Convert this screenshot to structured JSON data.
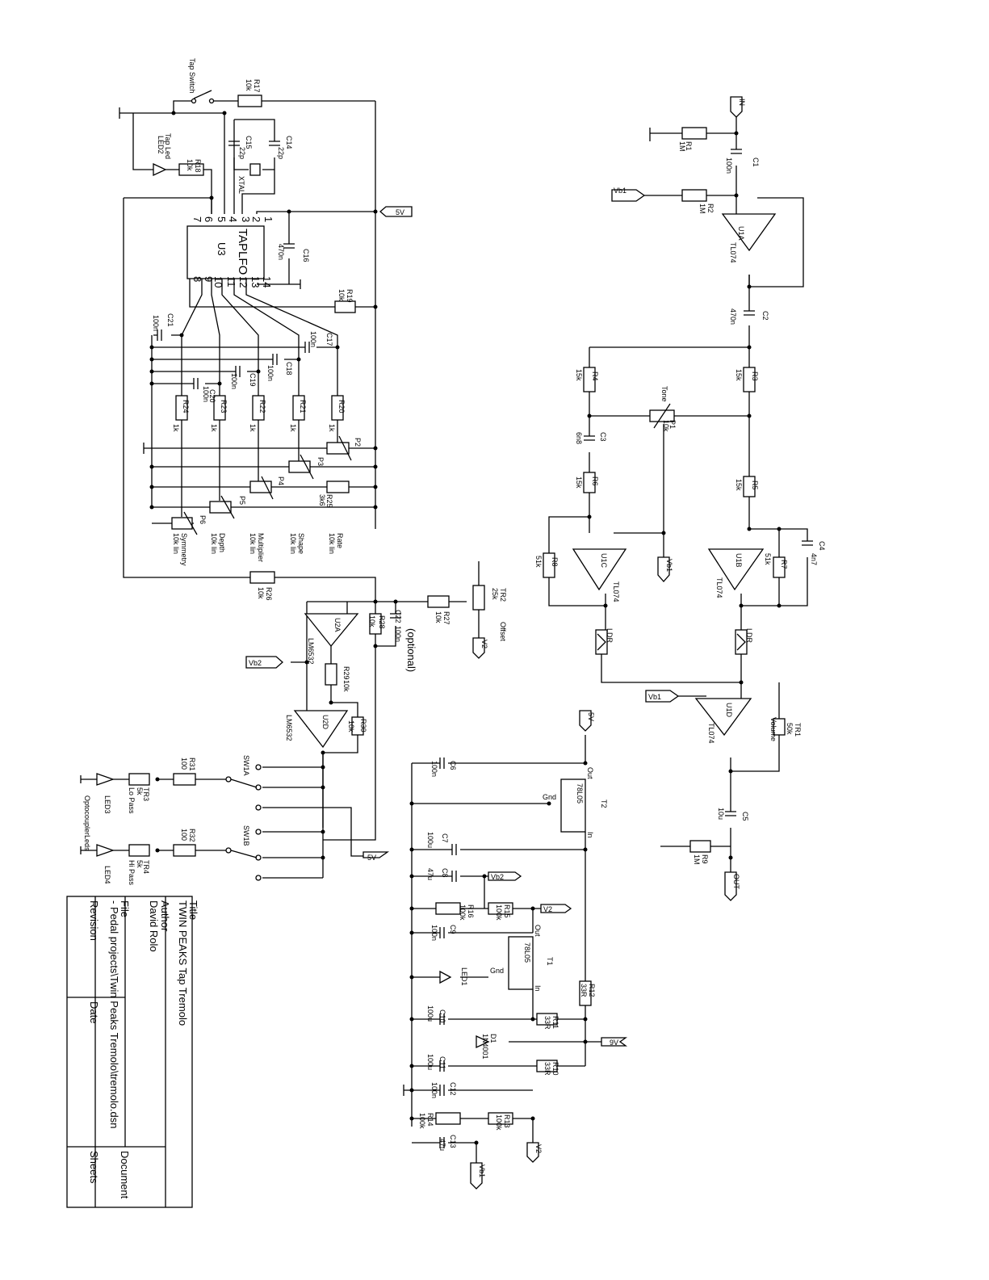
{
  "title_block": {
    "title_label": "Title",
    "title": "TWIN PEAKS Tap Tremolo",
    "author_label": "Author",
    "author": "David Rolo",
    "file_label": "File",
    "file": "- Pedal projects\\Twin Peaks Tremolo\\tremolo.dsn",
    "revision_label": "Revision",
    "date_label": "Date",
    "document_label": "Document",
    "sheets_label": "Sheets"
  },
  "ic": {
    "ref": "U3",
    "name": "TAPLFO",
    "pins": [
      "1",
      "2",
      "3",
      "4",
      "5",
      "6",
      "7",
      "8",
      "9",
      "10",
      "11",
      "12",
      "13",
      "14"
    ]
  },
  "ports": {
    "in": "IN",
    "out": "OUT",
    "vb1": "Vb1",
    "vb2": "Vb2",
    "v2": "V2",
    "v5": "5V",
    "v9": "9V"
  },
  "components": [
    {
      "ref": "R17",
      "val": "10k"
    },
    {
      "ref": "R18",
      "val": "10k"
    },
    {
      "ref": "R19",
      "val": "10k"
    },
    {
      "ref": "R20",
      "val": "1k"
    },
    {
      "ref": "R21",
      "val": "1k"
    },
    {
      "ref": "R22",
      "val": "1k"
    },
    {
      "ref": "R23",
      "val": "1k"
    },
    {
      "ref": "R24",
      "val": "1k"
    },
    {
      "ref": "R25",
      "val": "3k6"
    },
    {
      "ref": "R26",
      "val": "10k"
    },
    {
      "ref": "R27",
      "val": "10k"
    },
    {
      "ref": "R28",
      "val": "10k"
    },
    {
      "ref": "R29",
      "val": "10k"
    },
    {
      "ref": "R30",
      "val": "10k"
    },
    {
      "ref": "R31",
      "val": "100"
    },
    {
      "ref": "R32",
      "val": "100"
    },
    {
      "ref": "C14",
      "val": "22p"
    },
    {
      "ref": "C15",
      "val": "22p"
    },
    {
      "ref": "C16",
      "val": "470n"
    },
    {
      "ref": "C17",
      "val": "100n"
    },
    {
      "ref": "C18",
      "val": "100n"
    },
    {
      "ref": "C19",
      "val": "100n"
    },
    {
      "ref": "C20",
      "val": "100n"
    },
    {
      "ref": "C21",
      "val": "100n"
    },
    {
      "ref": "C22",
      "val": "100n"
    },
    {
      "ref": "R1",
      "val": "1M"
    },
    {
      "ref": "R2",
      "val": "1M"
    },
    {
      "ref": "C1",
      "val": "100n"
    },
    {
      "ref": "C2",
      "val": "470n"
    },
    {
      "ref": "R3",
      "val": "15k"
    },
    {
      "ref": "R4",
      "val": "15k"
    },
    {
      "ref": "R5",
      "val": "15k"
    },
    {
      "ref": "R6",
      "val": "15k"
    },
    {
      "ref": "R7",
      "val": "51k"
    },
    {
      "ref": "R8",
      "val": "51k"
    },
    {
      "ref": "C3",
      "val": "6n8"
    },
    {
      "ref": "C4",
      "val": "4n7"
    },
    {
      "ref": "C5",
      "val": "10u"
    },
    {
      "ref": "R9",
      "val": "1M"
    },
    {
      "ref": "C6",
      "val": "100n"
    },
    {
      "ref": "C7",
      "val": "100u"
    },
    {
      "ref": "C8",
      "val": "47u"
    },
    {
      "ref": "C9",
      "val": "100n"
    },
    {
      "ref": "C10",
      "val": "100u"
    },
    {
      "ref": "C11",
      "val": "100u"
    },
    {
      "ref": "C12",
      "val": "100n"
    },
    {
      "ref": "C13",
      "val": "47u"
    },
    {
      "ref": "R10",
      "val": "33R"
    },
    {
      "ref": "R11",
      "val": "33R"
    },
    {
      "ref": "R12",
      "val": "33R"
    },
    {
      "ref": "R13",
      "val": "100k"
    },
    {
      "ref": "R14",
      "val": "100k"
    },
    {
      "ref": "R15",
      "val": "100k"
    },
    {
      "ref": "R16",
      "val": "100k"
    }
  ],
  "labels": {
    "tap_switch": "Tap Switch",
    "tap_led": "Tap Led",
    "led2": "LED2",
    "xtal": "XTAL",
    "p1": "P1",
    "p1_val": "10k",
    "tone": "Tone",
    "p2": "P2",
    "p3": "P3",
    "p4": "P4",
    "p5": "P5",
    "p6": "P6",
    "rate": "Rate",
    "rate_val": "10k lin",
    "shape": "Shape",
    "shape_val": "10k lin",
    "multiplier": "Multiplier",
    "multiplier_val": "10k lin",
    "depth": "Depth",
    "depth_val": "10k lin",
    "symmetry": "Symmetry",
    "symmetry_val": "10k lin",
    "u1a": "U1A",
    "u1b": "U1B",
    "u1c": "U1C",
    "u1d": "U1D",
    "tl074": "TL074",
    "u2a": "U2A",
    "u2d": "U2D",
    "lm6532": "LM6532",
    "ldr": "LDR",
    "tr1": "TR1",
    "tr1_val": "50k",
    "volume": "Volume",
    "tr2": "TR2",
    "tr2_val": "25k",
    "offset": "Offset",
    "optional": "(optional)",
    "tr3": "TR3",
    "tr3_val": "5k",
    "lopass": "Lo Pass",
    "tr4": "TR4",
    "tr4_val": "5k",
    "hipass": "Hi Pass",
    "led3": "LED3",
    "led4": "LED4",
    "sw1a": "SW1A",
    "sw1b": "SW1B",
    "opto": "OptocouplerLeds",
    "t1": "T1",
    "t2": "T2",
    "reg": "78L05",
    "in": "In",
    "out": "Out",
    "gnd": "Gnd",
    "led1": "LED1",
    "d1": "D1",
    "d1_val": "1N4001",
    "plus": "+",
    "minus": "-"
  }
}
